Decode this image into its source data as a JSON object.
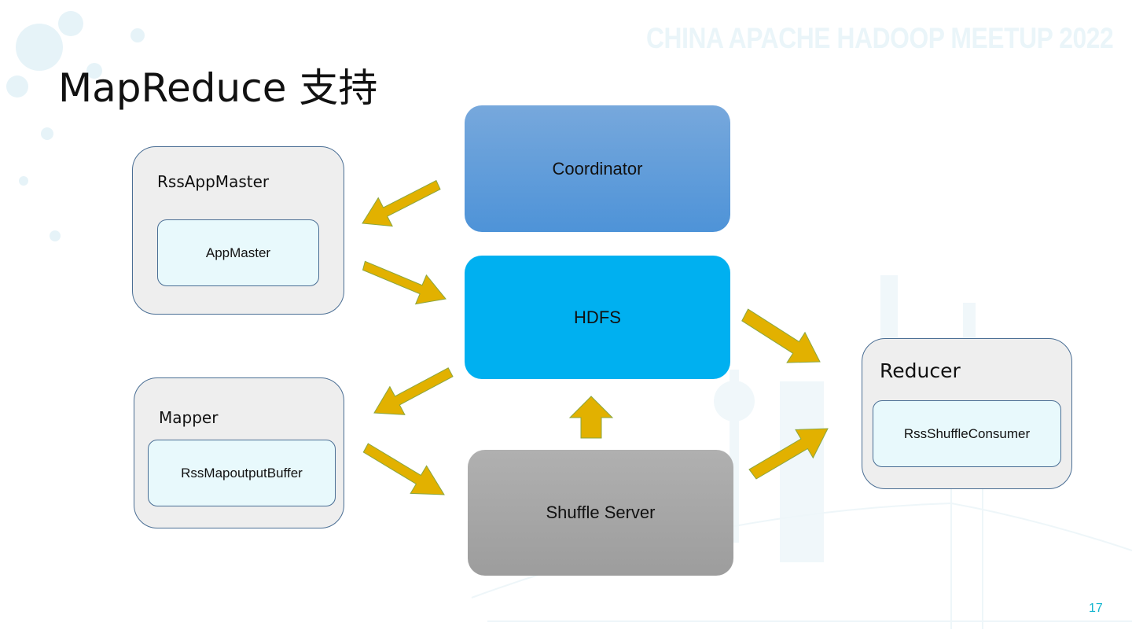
{
  "slide": {
    "watermark": "CHINA APACHE HADOOP MEETUP 2022",
    "title": "MapReduce 支持",
    "page_number": "17"
  },
  "nodes": {
    "coordinator": "Coordinator",
    "hdfs": "HDFS",
    "shuffle_server": "Shuffle Server",
    "rss_app_master": {
      "label": "RssAppMaster",
      "inner": "AppMaster"
    },
    "mapper": {
      "label": "Mapper",
      "inner": "RssMapoutputBuffer"
    },
    "reducer": {
      "label": "Reducer",
      "inner": "RssShuffleConsumer"
    }
  },
  "edges": [
    {
      "from": "Coordinator",
      "to": "RssAppMaster"
    },
    {
      "from": "RssAppMaster",
      "to": "HDFS"
    },
    {
      "from": "HDFS",
      "to": "Mapper"
    },
    {
      "from": "Mapper",
      "to": "Shuffle Server"
    },
    {
      "from": "Shuffle Server",
      "to": "HDFS"
    },
    {
      "from": "HDFS",
      "to": "Reducer"
    },
    {
      "from": "Shuffle Server",
      "to": "Reducer"
    }
  ],
  "colors": {
    "arrow": "#e2b100",
    "coordinator": "#5b9bd8",
    "hdfs": "#00b0f0",
    "shuffle_server": "#a6a6a6",
    "container": "#eeeeee",
    "inner_box": "#e8f9fc",
    "page_number": "#12b5cf"
  }
}
